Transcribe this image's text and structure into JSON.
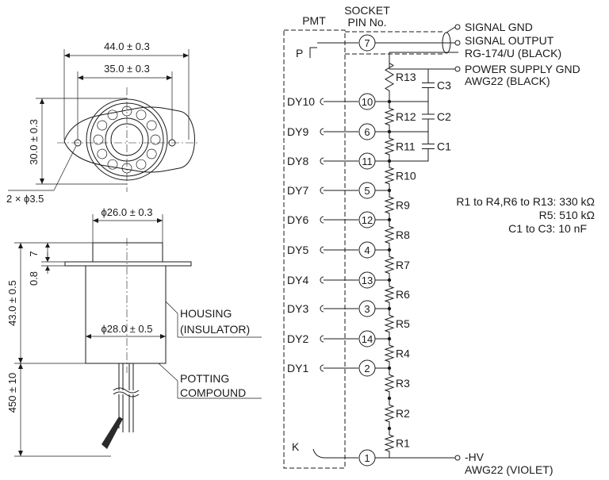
{
  "dimensions": {
    "flange_width": "44.0 ± 0.3",
    "mount_pitch": "35.0 ± 0.3",
    "flange_height": "30.0 ± 0.3",
    "hole_callout": "2 × ϕ3.5",
    "cap_diameter": "ϕ26.0 ± 0.3",
    "cap_height": "7",
    "flange_thickness": "0.8",
    "body_length": "43.0 ± 0.5",
    "body_diameter": "ϕ28.0 ± 0.5",
    "lead_length": "450 ± 10"
  },
  "labels": {
    "housing_line1": "HOUSING",
    "housing_line2": "(INSULATOR)",
    "potting_line1": "POTTING",
    "potting_line2": "COMPOUND",
    "pmt": "PMT",
    "socket_line1": "SOCKET",
    "socket_line2": "PIN No.",
    "photocathode_pin": "P",
    "cathode": "K"
  },
  "dynodes": [
    {
      "name": "DY10",
      "pin": "10"
    },
    {
      "name": "DY9",
      "pin": "6"
    },
    {
      "name": "DY8",
      "pin": "11"
    },
    {
      "name": "DY7",
      "pin": "5"
    },
    {
      "name": "DY6",
      "pin": "12"
    },
    {
      "name": "DY5",
      "pin": "4"
    },
    {
      "name": "DY4",
      "pin": "13"
    },
    {
      "name": "DY3",
      "pin": "3"
    },
    {
      "name": "DY2",
      "pin": "14"
    },
    {
      "name": "DY1",
      "pin": "2"
    }
  ],
  "pins": {
    "anode": "7",
    "cathode": "1"
  },
  "resistors": [
    "R13",
    "R12",
    "R11",
    "R10",
    "R9",
    "R8",
    "R7",
    "R6",
    "R5",
    "R4",
    "R3",
    "R2",
    "R1"
  ],
  "capacitors": [
    "C3",
    "C2",
    "C1"
  ],
  "outputs": {
    "signal_gnd": "SIGNAL GND",
    "signal_output": "SIGNAL OUTPUT",
    "cable": "RG-174/U (BLACK)",
    "power_gnd": "POWER SUPPLY GND",
    "power_gnd_wire": "AWG22 (BLACK)",
    "hv": "-HV",
    "hv_wire": "AWG22 (VIOLET)"
  },
  "values": {
    "resistors": "R1 to R4,R6 to R13: 330 kΩ",
    "r5": "R5: 510 kΩ",
    "capacitors": "C1 to C3: 10 nF"
  }
}
